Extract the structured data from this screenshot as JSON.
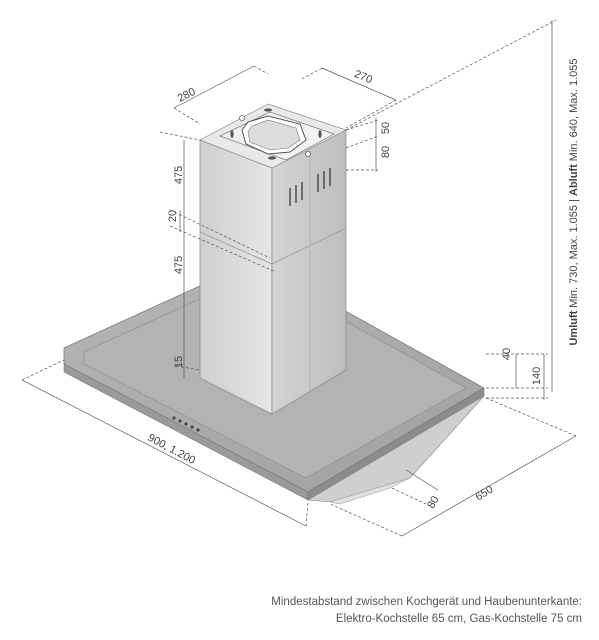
{
  "dimensions": {
    "chimney_depth": "280",
    "chimney_width": "270",
    "chimney_top_50": "50",
    "chimney_top_80": "80",
    "upper_section": "475",
    "joint_gap": "20",
    "lower_section": "475",
    "bottom_gap": "15",
    "canopy_width": "900, 1.200",
    "canopy_depth": "650",
    "canopy_edge": "40",
    "canopy_height": "140",
    "front_80": "80"
  },
  "height_range": {
    "umluft_label": "Umluft",
    "umluft_value": "Min. 730, Max. 1.055",
    "separator": " | ",
    "abluft_label": "Abluft",
    "abluft_value": "Min. 640, Max. 1.055"
  },
  "caption": {
    "line1": "Mindestabstand zwischen Kochgerät und Haubenunterkante:",
    "line2": "Elektro-Kochstelle 65 cm, Gas-Kochstelle 75 cm"
  },
  "colors": {
    "steel_light": "#d8d8d8",
    "steel_mid": "#bdbdbd",
    "steel_dark": "#9a9a9a",
    "line": "#555555"
  }
}
